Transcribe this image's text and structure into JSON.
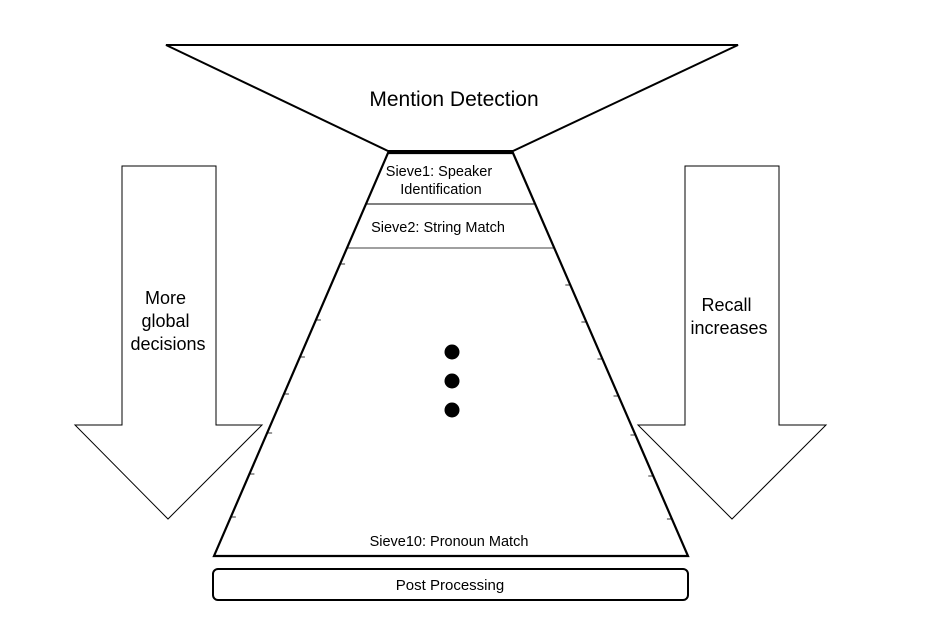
{
  "funnel": {
    "top_label": "Mention Detection",
    "sieves": [
      {
        "lines": [
          "Sieve1: Speaker",
          "Identification"
        ]
      },
      {
        "lines": [
          "Sieve2: String Match"
        ]
      }
    ],
    "last_sieve": "Sieve10: Pronoun Match",
    "ellipsis_dots": 3
  },
  "post_processing": {
    "label": "Post Processing"
  },
  "left_arrow": {
    "lines": [
      "More",
      "global",
      "decisions"
    ]
  },
  "right_arrow": {
    "lines": [
      "Recall",
      "increases"
    ]
  }
}
